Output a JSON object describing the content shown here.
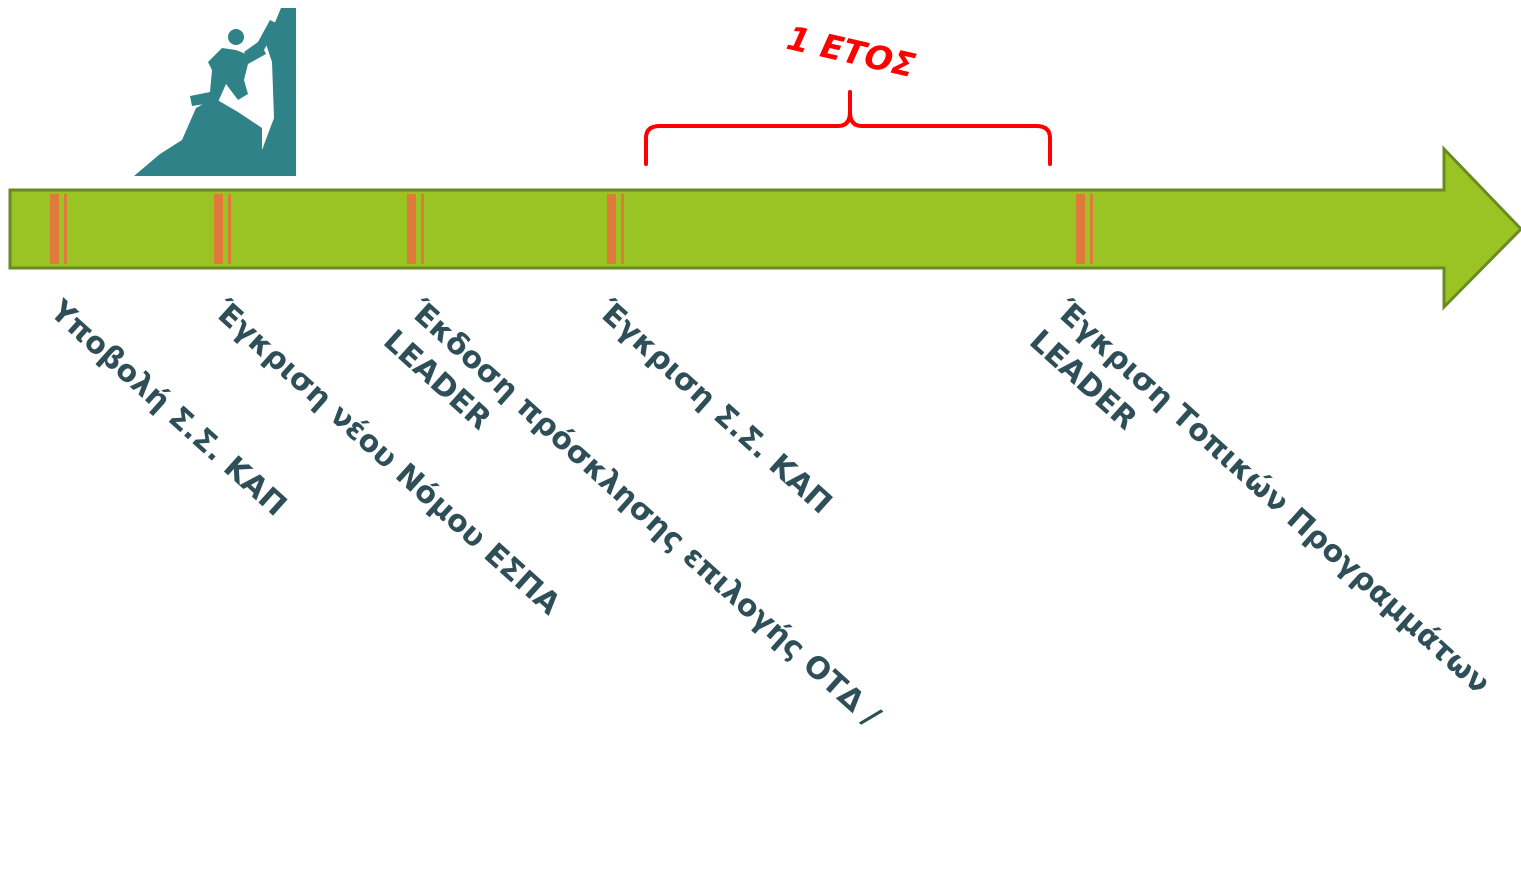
{
  "timeline": {
    "arrow_color": "#99c424",
    "arrow_border": "#6a8b22",
    "tick_color": "#e07a3c",
    "milestones": [
      {
        "lines": [
          "Υποβολή Σ.Σ. ΚΑΠ"
        ]
      },
      {
        "lines": [
          "Έγκριση νέου Νόμου ΕΣΠΑ"
        ]
      },
      {
        "lines": [
          "Έκδοση πρόσκλησης επιλογής ΟΤΔ /",
          "LEADER"
        ]
      },
      {
        "lines": [
          "Έγκριση Σ.Σ. ΚΑΠ"
        ]
      },
      {
        "lines": [
          "Έγκριση Τοπικών Προγραμμάτων",
          "LEADER"
        ]
      }
    ]
  },
  "duration": {
    "label": "1 ΕΤΟΣ",
    "color": "#ff0000"
  },
  "icon": {
    "name": "climber-icon",
    "color": "#2f8388"
  }
}
